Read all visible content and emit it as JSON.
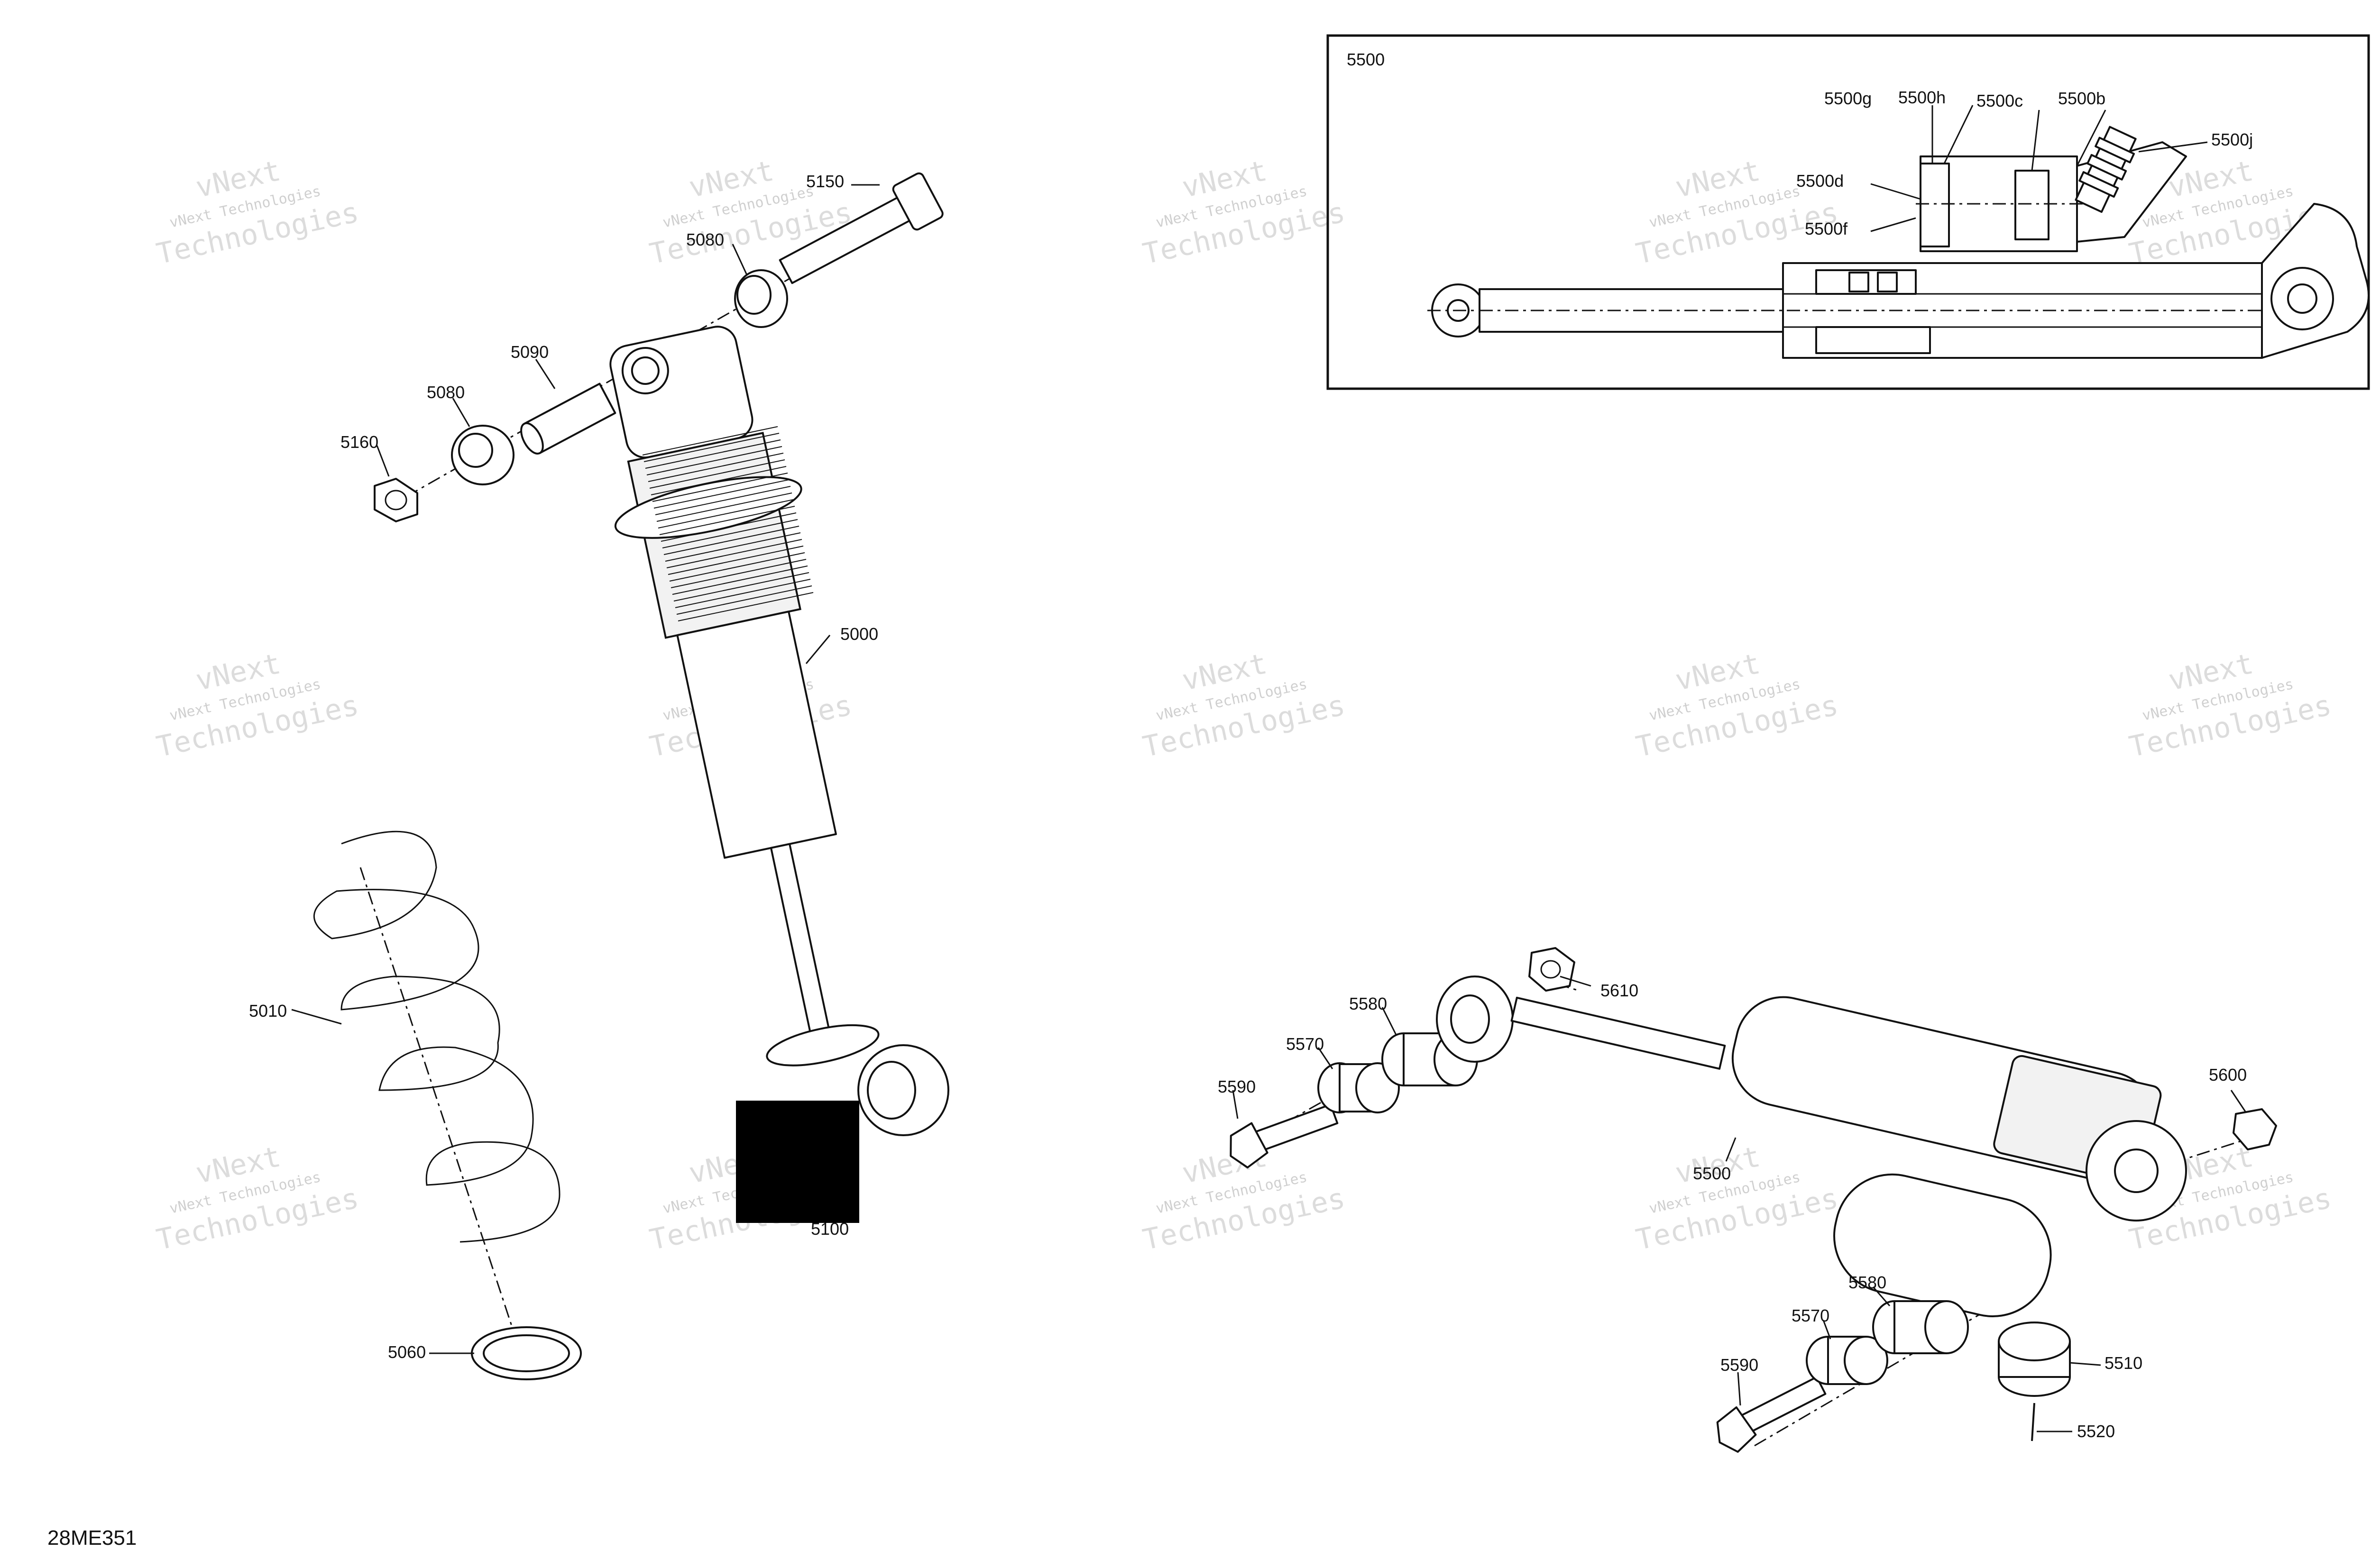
{
  "diagram_id": "28ME351",
  "inset": {
    "label": "5500"
  },
  "callouts": [
    {
      "id": "5150",
      "text": "5150"
    },
    {
      "id": "5080-top",
      "text": "5080"
    },
    {
      "id": "5090",
      "text": "5090"
    },
    {
      "id": "5080",
      "text": "5080"
    },
    {
      "id": "5160",
      "text": "5160"
    },
    {
      "id": "5000",
      "text": "5000"
    },
    {
      "id": "5010",
      "text": "5010"
    },
    {
      "id": "5060",
      "text": "5060"
    },
    {
      "id": "5100",
      "text": "5100"
    },
    {
      "id": "5610",
      "text": "5610"
    },
    {
      "id": "5580-top",
      "text": "5580"
    },
    {
      "id": "5570-top",
      "text": "5570"
    },
    {
      "id": "5590-top",
      "text": "5590"
    },
    {
      "id": "5500",
      "text": "5500"
    },
    {
      "id": "5600",
      "text": "5600"
    },
    {
      "id": "5580",
      "text": "5580"
    },
    {
      "id": "5570",
      "text": "5570"
    },
    {
      "id": "5590",
      "text": "5590"
    },
    {
      "id": "5510",
      "text": "5510"
    },
    {
      "id": "5520",
      "text": "5520"
    },
    {
      "id": "5500g",
      "text": "5500g"
    },
    {
      "id": "5500h",
      "text": "5500h"
    },
    {
      "id": "5500c",
      "text": "5500c"
    },
    {
      "id": "5500b",
      "text": "5500b"
    },
    {
      "id": "5500j",
      "text": "5500j"
    },
    {
      "id": "5500d",
      "text": "5500d"
    },
    {
      "id": "5500f",
      "text": "5500f"
    }
  ],
  "watermark": {
    "line1": "vNext Technologies",
    "big": "vNext",
    "big2": "Technologies"
  }
}
